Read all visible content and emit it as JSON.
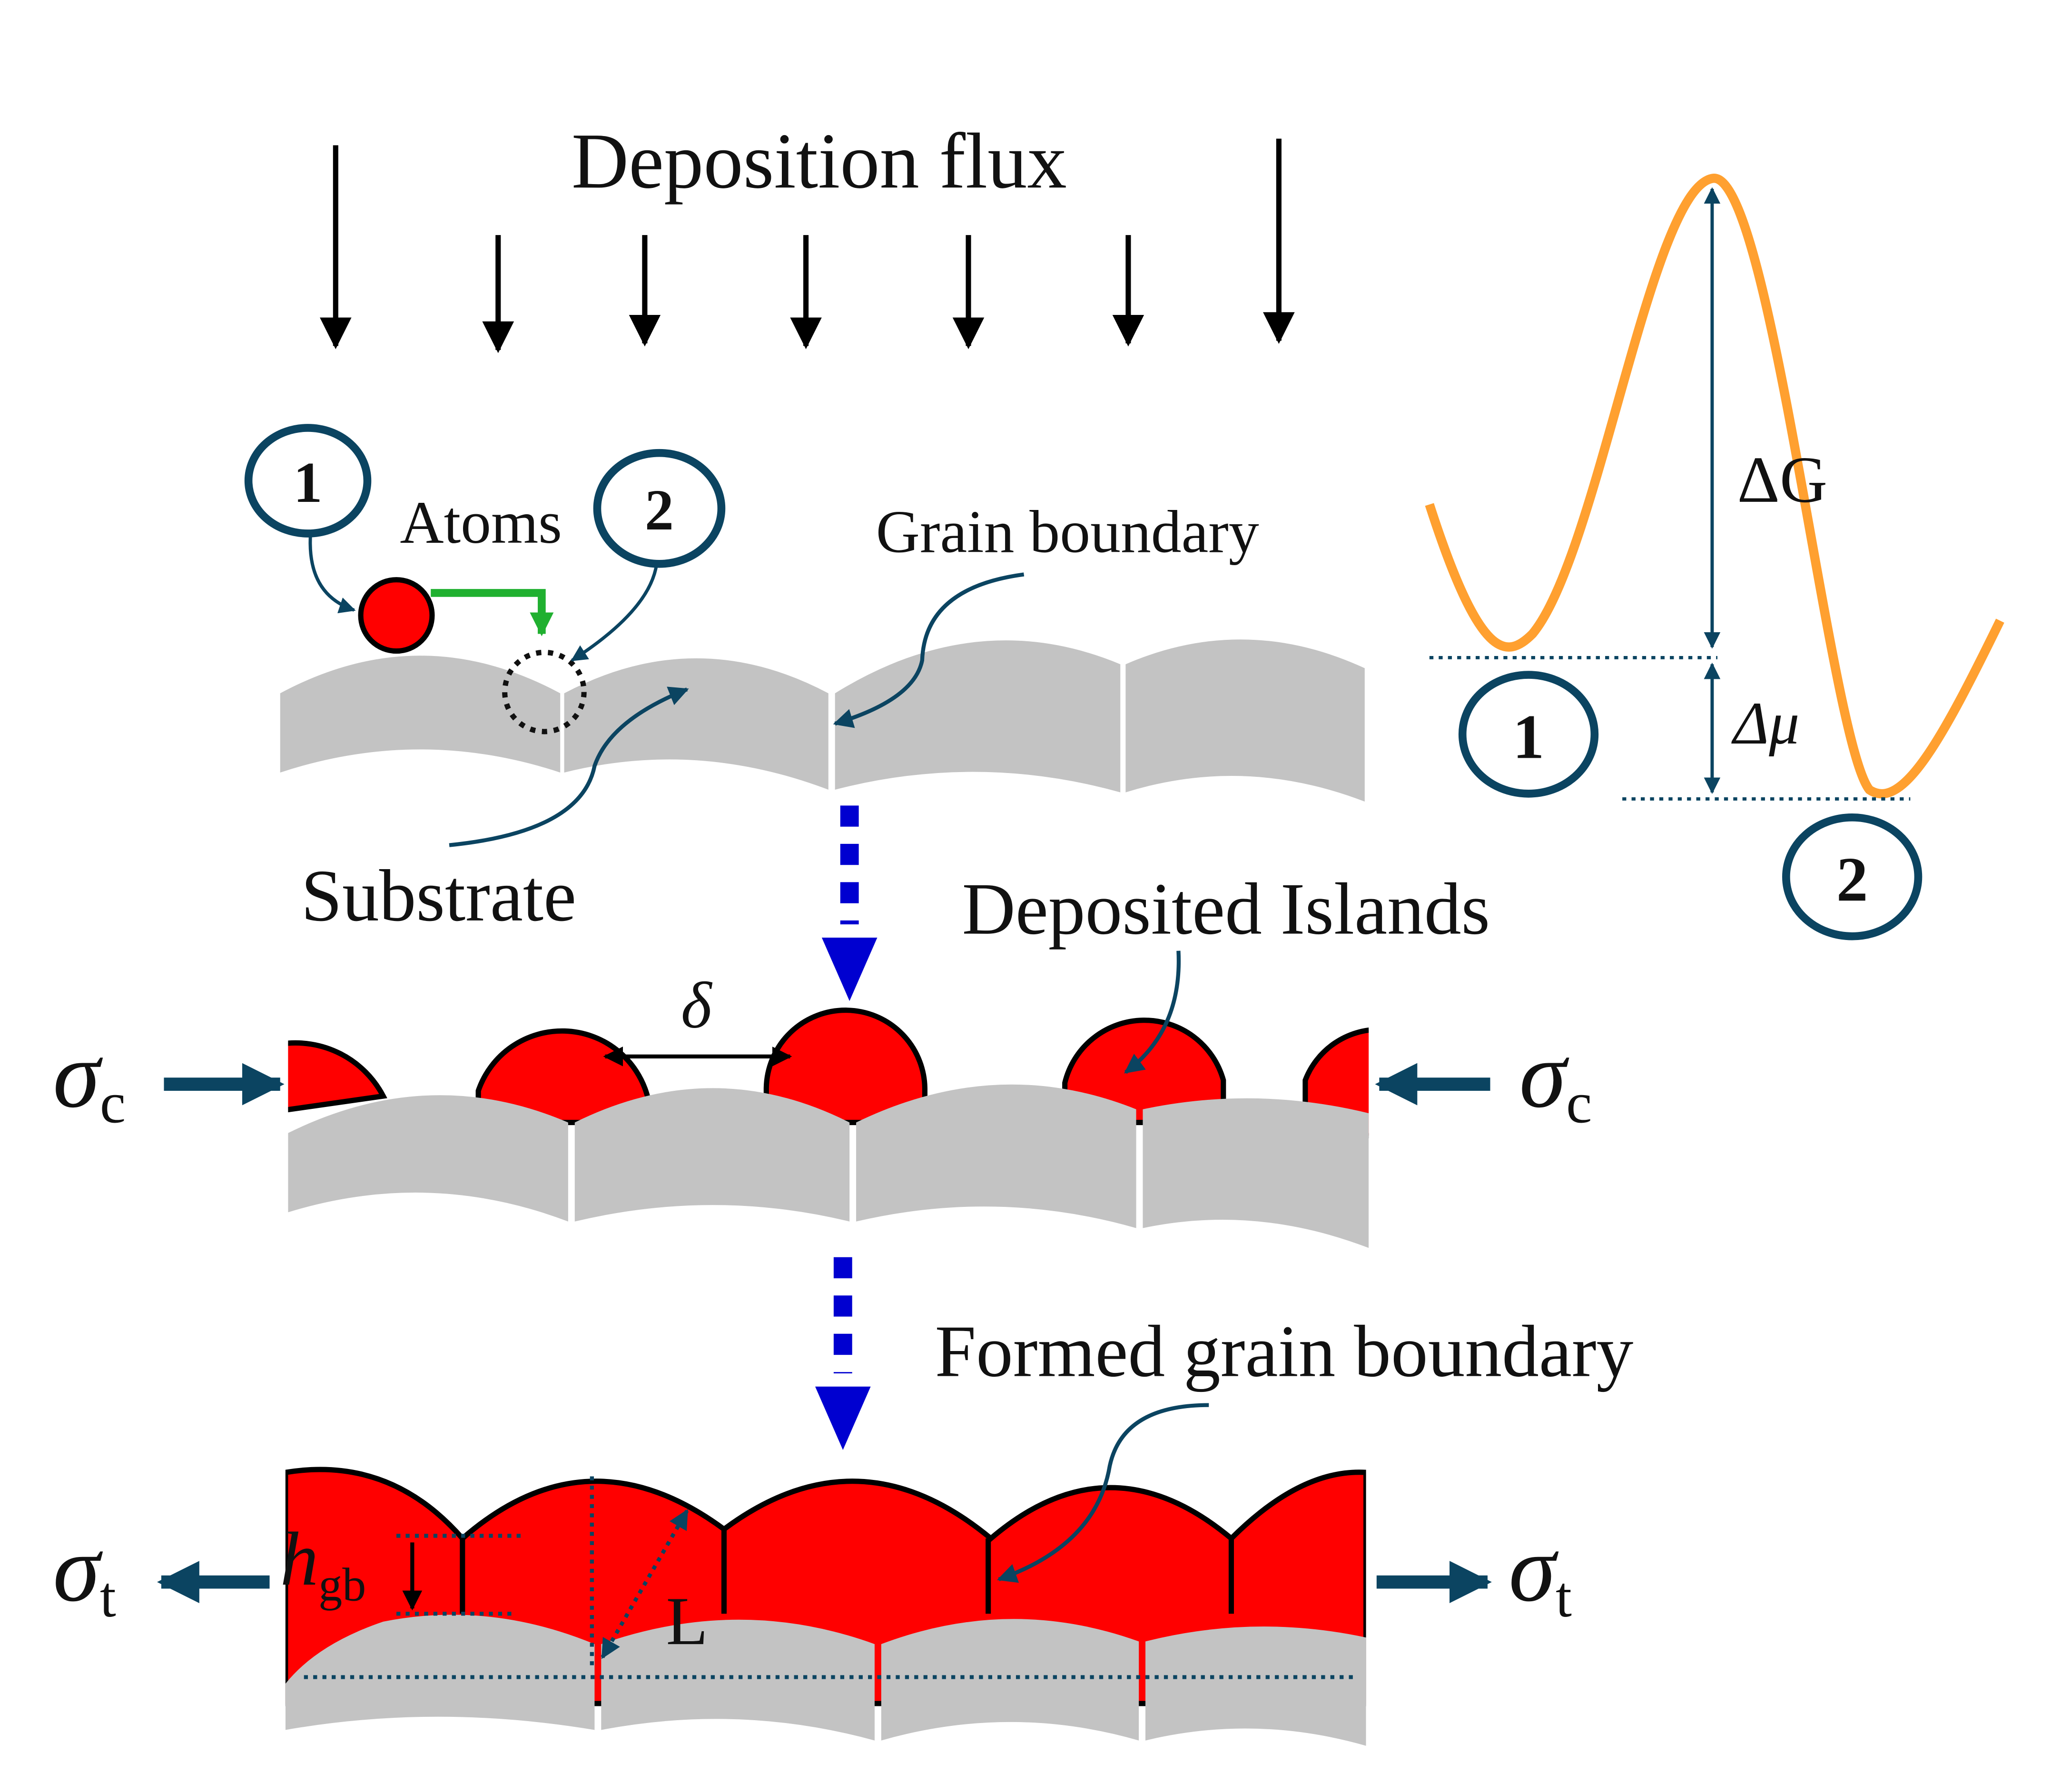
{
  "colors": {
    "substrate": "#c3c3c3",
    "island": "#ff0000",
    "navy": "#0b4461",
    "energy_curve": "#ffa030",
    "dashed_arrow": "#0000d0",
    "green_path": "#20b030",
    "black": "#000000"
  },
  "labels": {
    "deposition_flux": "Deposition flux",
    "atoms": "Atoms",
    "grain_boundary": "Grain boundary",
    "substrate": "Substrate",
    "deposited_islands": "Deposited Islands",
    "formed_grain_boundary": "Formed grain boundary",
    "delta": "δ",
    "sigma": "σ",
    "sub_c": "c",
    "sub_t": "t",
    "h": "h",
    "sub_gb": "gb",
    "L": "L",
    "delta_G": "ΔG",
    "delta_mu": "Δμ",
    "state_1": "1",
    "state_2": "2"
  }
}
